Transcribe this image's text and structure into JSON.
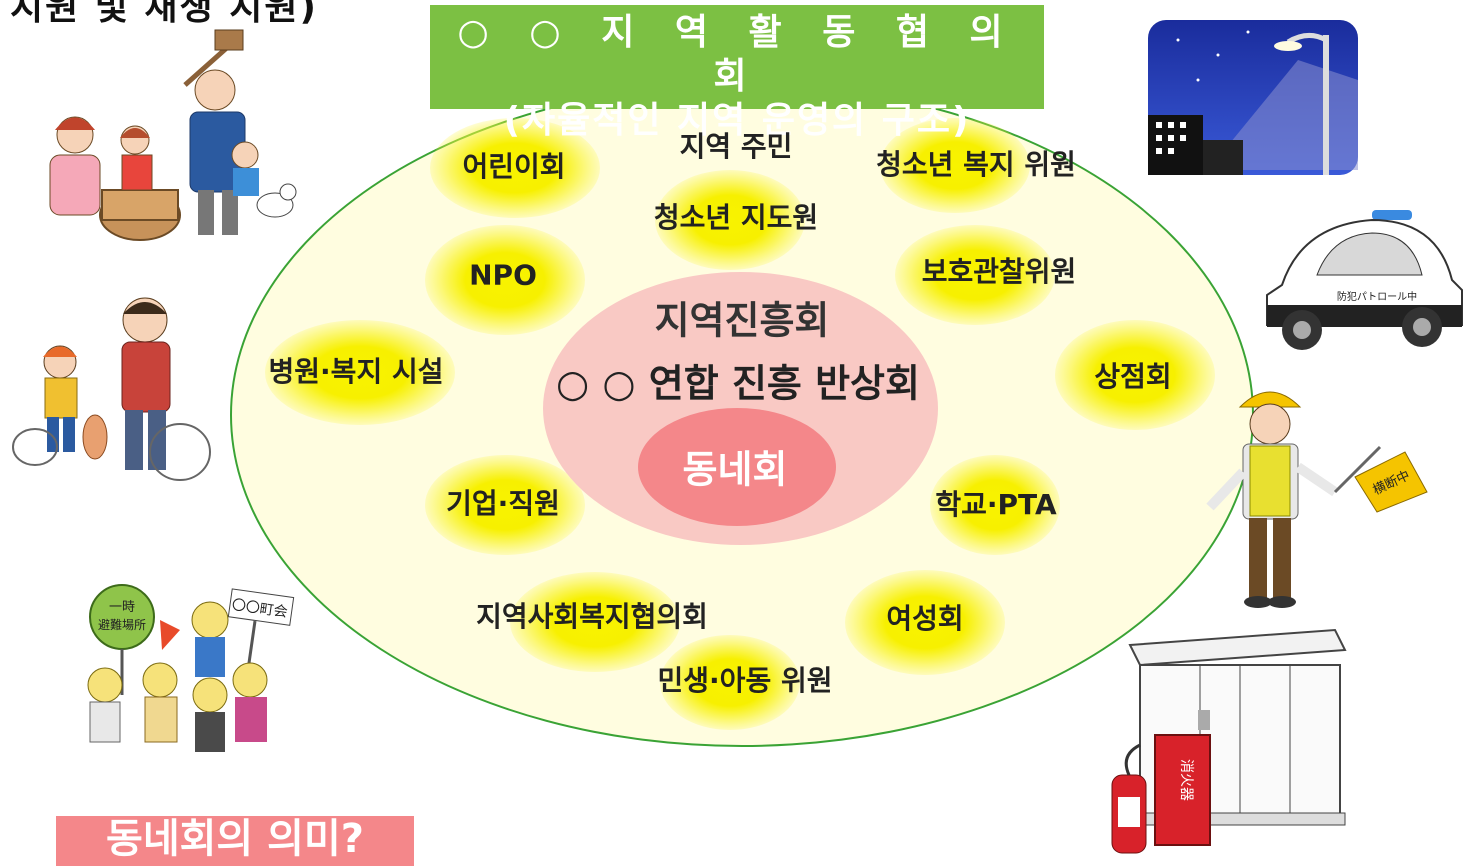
{
  "top_title": "지원 및 재생 지원)",
  "header": {
    "line1": "○ ○ 지 역 활 동 협 의 회",
    "line2": "(자율적인 지역 운영의 구조)"
  },
  "center": {
    "line1": "지역진흥회",
    "line2": "○ ○ 연합 진흥 반상회",
    "core": "동네회"
  },
  "members": {
    "children_club": "어린이회",
    "residents": "지역 주민",
    "youth_welfare": "청소년 복지 위원",
    "youth_leader": "청소년 지도원",
    "npo": "NPO",
    "probation": "보호관찰위원",
    "hospital_welfare": "병원·복지 시설",
    "merchants": "상점회",
    "company_staff": "기업·직원",
    "school_pta": "학교·PTA",
    "social_welfare": "지역사회복지협의회",
    "womens_club": "여성회",
    "civil_child": "민생·아동  위원"
  },
  "bottom_label": "동네회의 의미?",
  "illustrations": {
    "patrol_car_text": "防犯パトロール中",
    "flag_text": "横断中",
    "sign_left": "一時 避難場所",
    "sign_right": "〇〇町会",
    "extinguisher_text": "消火器"
  },
  "colors": {
    "header_bg": "#7cc043",
    "outer_border": "#3aa335",
    "outer_fill": "#fffde0",
    "inner_fill": "#f9c9c4",
    "core_fill": "#f4878a",
    "glow": "#f7f000"
  }
}
